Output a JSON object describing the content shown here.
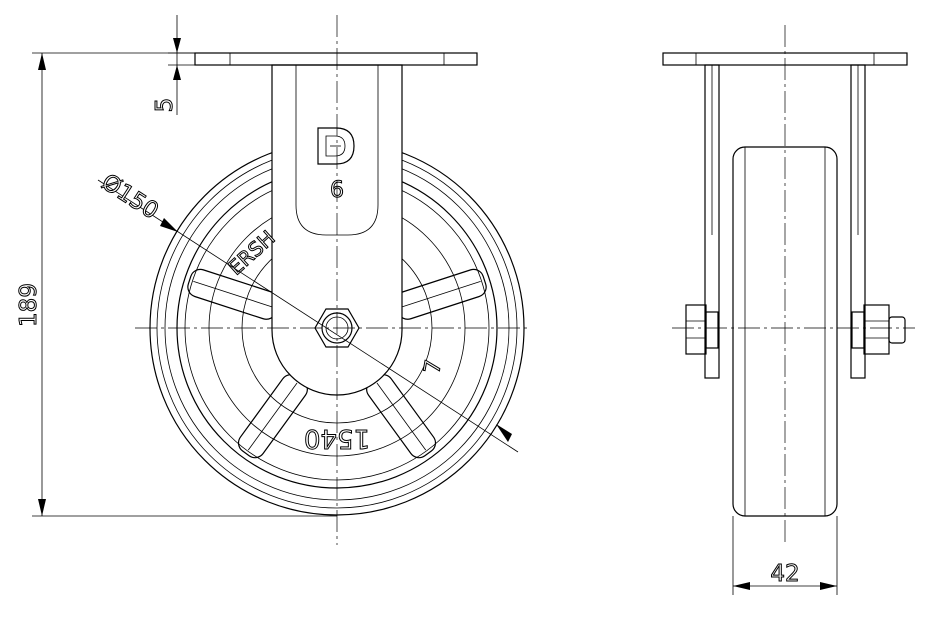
{
  "dimensions": {
    "height": "189",
    "plate_thickness": "5",
    "wheel_diameter": "Ø150",
    "wheel_width": "42"
  },
  "markings": {
    "fork_number": "6",
    "brand_fragment": "ERSH",
    "wheel_code": "1540",
    "wheel_mark": "7"
  },
  "icons": {
    "brand_logo": "D-logo"
  }
}
